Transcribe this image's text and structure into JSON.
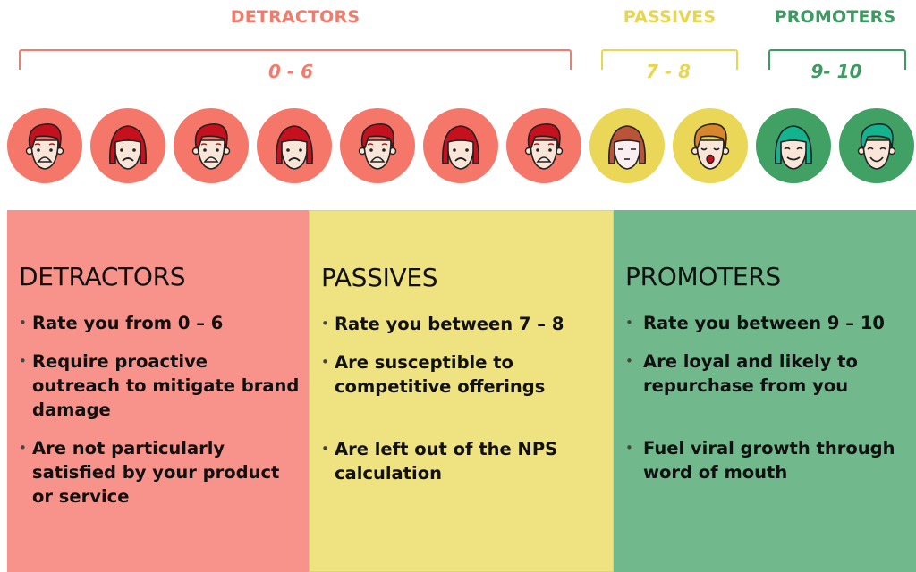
{
  "groups": [
    {
      "key": "detractors",
      "title": "DETRACTORS",
      "range": "0 - 6",
      "color": "#f47b6b",
      "circle": "#f4776a",
      "panel": "#f7938a"
    },
    {
      "key": "passives",
      "title": "PASSIVES",
      "range": "7 - 8",
      "color": "#e8d64f",
      "circle": "#ead657",
      "panel": "#efe280"
    },
    {
      "key": "promoters",
      "title": "PROMOTERS",
      "range": "9- 10",
      "color": "#3d9a61",
      "circle": "#41a064",
      "panel": "#71b98d"
    }
  ],
  "faces": [
    {
      "score": 0,
      "group": "detractors",
      "hair": "#c5101e",
      "style": "boy",
      "mood": "shocked"
    },
    {
      "score": 1,
      "group": "detractors",
      "hair": "#c5101e",
      "style": "girl",
      "mood": "sad"
    },
    {
      "score": 2,
      "group": "detractors",
      "hair": "#c5101e",
      "style": "boy",
      "mood": "shocked"
    },
    {
      "score": 3,
      "group": "detractors",
      "hair": "#c5101e",
      "style": "girl",
      "mood": "sad"
    },
    {
      "score": 4,
      "group": "detractors",
      "hair": "#c5101e",
      "style": "boy",
      "mood": "shocked"
    },
    {
      "score": 5,
      "group": "detractors",
      "hair": "#c5101e",
      "style": "girl",
      "mood": "sad"
    },
    {
      "score": 6,
      "group": "detractors",
      "hair": "#c5101e",
      "style": "boy",
      "mood": "shocked"
    },
    {
      "score": 7,
      "group": "passives",
      "hair": "#b9533a",
      "style": "girl",
      "mood": "neutral"
    },
    {
      "score": 8,
      "group": "passives",
      "hair": "#d8862b",
      "style": "boy",
      "mood": "yawn"
    },
    {
      "score": 9,
      "group": "promoters",
      "hair": "#14b38f",
      "style": "girl",
      "mood": "happy"
    },
    {
      "score": 10,
      "group": "promoters",
      "hair": "#14b38f",
      "style": "boy",
      "mood": "happy"
    }
  ],
  "panels": [
    {
      "title": "DETRACTORS",
      "bullets": [
        "Rate you from 0 – 6",
        "Require proactive outreach to mitigate brand damage",
        "Are not particularly satisfied by your product or service"
      ]
    },
    {
      "title": "PASSIVES",
      "bullets": [
        "Rate you between 7 – 8",
        "Are susceptible to competitive offerings",
        "Are left out of the NPS calculation"
      ]
    },
    {
      "title": "PROMOTERS",
      "bullets": [
        "Rate you between 9 – 10",
        "Are loyal and likely to repurchase from you",
        "Fuel viral growth through word of mouth"
      ]
    }
  ]
}
